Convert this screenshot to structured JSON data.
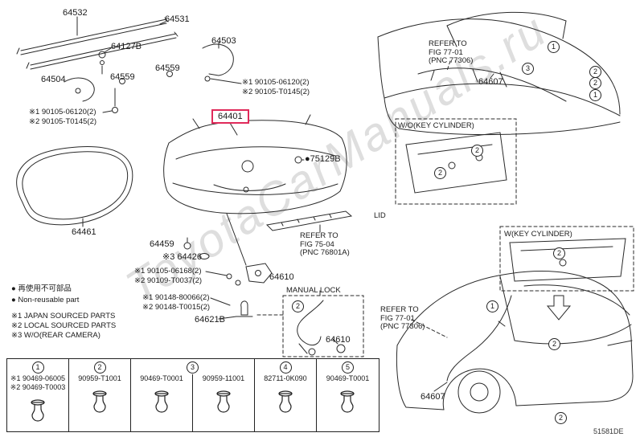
{
  "colors": {
    "highlight_box": "#e02a5a",
    "line": "#2a2a2a",
    "watermark": "#dedede"
  },
  "watermark": "ToyotaCarManuals.ru",
  "doc_code": "51581DE",
  "parts": {
    "p64532": "64532",
    "p64531": "64531",
    "p64127b": "64127B",
    "p64503": "64503",
    "p64559a": "64559",
    "p64504": "64504",
    "p64559b": "64559",
    "p64401": "64401",
    "p75129b": "●75129B",
    "p64461": "64461",
    "p64459": "64459",
    "p64426": "※3 64426",
    "p64610a": "64610",
    "p64610b": "64610",
    "p64621b": "64621B",
    "p64607top": "64607",
    "p64607bottom": "64607"
  },
  "notes": {
    "n06120a": "※1 90105-06120(2)",
    "nT0145a": "※2 90105-T0145(2)",
    "n06120b": "※1 90105-06120(2)",
    "nT0145b": "※2 90105-T0145(2)",
    "n06168": "※1 90105-06168(2)",
    "nT0037": "※2 90109-T0037(2)",
    "n80066": "※1 90148-80066(2)",
    "nT0015": "※2 90148-T0015(2)"
  },
  "refs": {
    "fig7504": [
      "REFER TO",
      "FIG 75-04",
      "(PNC 76801A)"
    ],
    "fig7701top": [
      "REFER TO",
      "FIG 77-01",
      "(PNC 77306)"
    ],
    "fig7701bot": [
      "REFER TO",
      "FIG 77-01",
      "(PNC 77306)"
    ]
  },
  "captions": {
    "wo_key": "W/O(KEY CYLINDER)",
    "w_key": "W(KEY CYLINDER)",
    "lid": "LID",
    "manual_lock": "MANUAL LOCK"
  },
  "legend": {
    "b1": "●",
    "t1": "再使用不可部品",
    "b2": "●",
    "t2": "Non-reusable part",
    "n1": "※1 JAPAN SOURCED PARTS",
    "n2": "※2 LOCAL SOURCED PARTS",
    "n3": "※3 W/O(REAR CAMERA)"
  },
  "markers": {
    "m1": "1",
    "m2": "2",
    "m3": "3",
    "m4": "4",
    "m5": "5"
  },
  "table": {
    "g1": {
      "num": "1",
      "l1": "※1 90469-06005",
      "l2": "※2 90469-T0003"
    },
    "g2": {
      "num": "2",
      "l1": "90959-T1001"
    },
    "g3": {
      "num": "3",
      "l1": "90469-T0001",
      "l2": "90959-11001"
    },
    "g4": {
      "num": "4",
      "l1": "82711-0K090"
    },
    "g5": {
      "num": "5",
      "l1": "90469-T0001"
    }
  }
}
